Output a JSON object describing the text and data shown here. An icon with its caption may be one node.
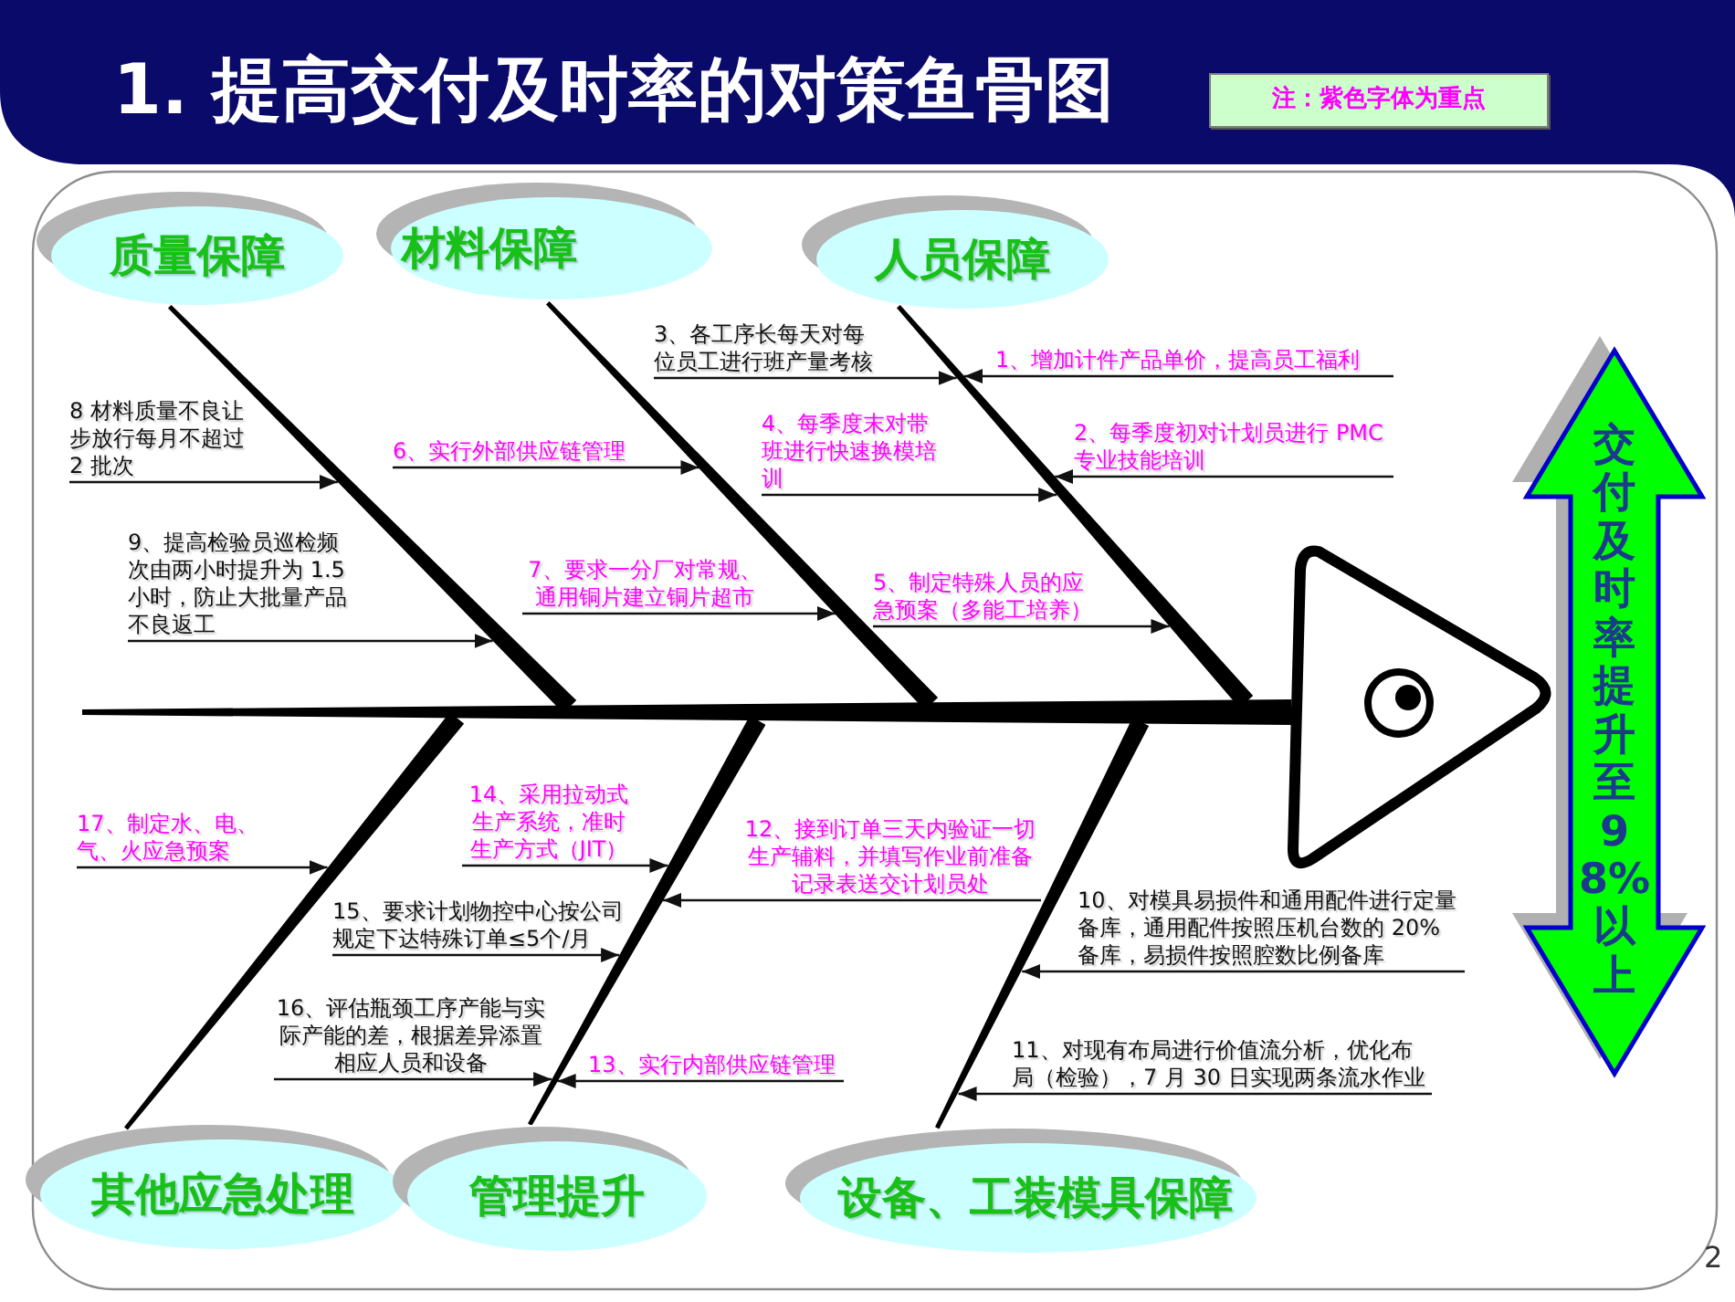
{
  "diagram": {
    "title": "1. 提高交付及时率的对策鱼骨图",
    "nodes": [
      {
        "text": [
          "注：紫色字体为重点"
        ]
      },
      {
        "text": [
          "质量保障"
        ]
      },
      {
        "text": [
          "材料保障"
        ]
      },
      {
        "text": [
          "人员保障"
        ]
      },
      {
        "text": [],
        "shape": "bar"
      },
      {
        "text": [],
        "shape": "bar"
      },
      {
        "text": [],
        "shape": "bar"
      },
      {
        "text": [
          "3、各工序长每天对每位员工进行班产量考核"
        ]
      },
      {
        "text": [
          "1、增加计件产品单价，提高员工福利"
        ]
      },
      {
        "text": [
          "8 材料质量不良让步放行每月不超过 2 批次"
        ]
      },
      {
        "text": [
          "6、实行外部供应链管理"
        ]
      },
      {
        "text": [
          "4、每季度末对带班进行快速换模培训"
        ]
      },
      {
        "text": [
          "2、每季度初对计划员进行 PMC专业技能培训"
        ]
      },
      {
        "text": [
          "9、提高检验员巡检频次由两小时提升为 1.5 小时，防止大批量产品不良返工"
        ]
      },
      {
        "text": [
          "7、要求一分厂对常规、通用铜片建立铜片超市"
        ]
      },
      {
        "text": [
          "5、制定特殊人员的应急预案（多能工培养）"
        ]
      },
      {
        "text": [],
        "shape": "bar"
      },
      {
        "text": [
          "交付及时率提升至 98% 以上"
        ]
      },
      {
        "text": [
          "14、采用拉动式生产系统，准时生产方式（JIT）"
        ]
      },
      {
        "text": [
          "17、制定水、电、气、火应急预案"
        ]
      },
      {
        "text": [
          "12、接到订单三天内验证一切生产辅料，并填写作业前准备记录表送交计划员处"
        ]
      },
      {
        "text": [
          "15、要求计划物控中心按公司规定下达特殊订单≤5个/月"
        ]
      },
      {
        "text": [
          "10、对模具易损件和通用配件进行定量备库，通用配件按照压机台数的 20% 备库，易损件按照腔数比例备库"
        ]
      },
      {
        "text": [
          "16、评估瓶颈工序产能与实际产能的差，根据差异添置相应人员和设备"
        ]
      },
      {
        "text": [
          "13、实行内部供应链管理"
        ]
      },
      {
        "text": [
          "11、对现有布局进行价值流分析，优化布局（检验），7 月 30 日实现两条流水作业"
        ]
      },
      {
        "text": [],
        "shape": "bar"
      },
      {
        "text": [],
        "shape": "bar"
      },
      {
        "text": [],
        "shape": "bar"
      },
      {
        "text": [
          "其他应急处理"
        ]
      },
      {
        "text": [
          "管理提升"
        ]
      },
      {
        "text": [
          "设备、工装模具保障"
        ]
      }
    ],
    "edges": [
      {
        "from": 7,
        "to": 6,
        "arrow": "to"
      },
      {
        "from": 8,
        "to": 6,
        "arrow": "to"
      },
      {
        "from": 9,
        "to": 4,
        "arrow": "to"
      },
      {
        "from": 10,
        "to": 5,
        "arrow": "to"
      },
      {
        "from": 11,
        "to": 6,
        "arrow": "to"
      },
      {
        "from": 12,
        "to": 6,
        "arrow": "to"
      },
      {
        "from": 13,
        "to": 4,
        "arrow": "to"
      },
      {
        "from": 14,
        "to": 5,
        "arrow": "to"
      },
      {
        "from": 15,
        "to": 6,
        "arrow": "to"
      },
      {
        "from": 18,
        "to": 27,
        "arrow": "to"
      },
      {
        "from": 19,
        "to": 26,
        "arrow": "to"
      },
      {
        "from": 20,
        "to": 27,
        "arrow": "to"
      },
      {
        "from": 21,
        "to": 27,
        "arrow": "to"
      },
      {
        "from": 22,
        "to": 28,
        "arrow": "to"
      },
      {
        "from": 23,
        "to": 27,
        "arrow": "to"
      },
      {
        "from": 24,
        "to": 27,
        "arrow": "to"
      },
      {
        "from": 25,
        "to": 28,
        "arrow": "to"
      }
    ],
    "labels": [
      "2"
    ]
  }
}
